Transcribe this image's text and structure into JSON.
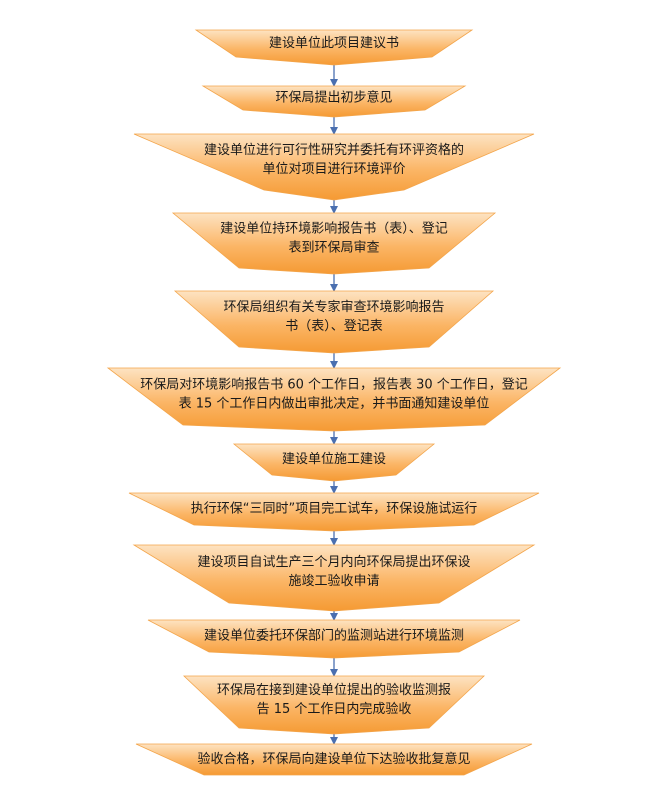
{
  "steps": [
    {
      "lines": [
        "建设单位此项目建议书"
      ]
    },
    {
      "lines": [
        "环保局提出初步意见"
      ]
    },
    {
      "lines": [
        "建设单位进行可行性研究并委托有环评资格的",
        "单位对项目进行环境评价"
      ]
    },
    {
      "lines": [
        "建设单位持环境影响报告书（表）、登记",
        "表到环保局审查"
      ]
    },
    {
      "lines": [
        "环保局组织有关专家审查环境影响报告",
        "书（表）、登记表"
      ]
    },
    {
      "lines": [
        "环保局对环境影响报告书 60 个工作日，报告表 30 个工作日，登记",
        "表 15 个工作日内做出审批决定，并书面通知建设单位"
      ]
    },
    {
      "lines": [
        "建设单位施工建设"
      ]
    },
    {
      "lines": [
        "执行环保“三同时”项目完工试车，环保设施试运行"
      ]
    },
    {
      "lines": [
        "建设项目自试生产三个月内向环保局提出环保设",
        "施竣工验收申请"
      ]
    },
    {
      "lines": [
        "建设单位委托环保部门的监测站进行环境监测"
      ]
    },
    {
      "lines": [
        "环保局在接到建设单位提出的验收监测报",
        "告 15 个工作日内完成验收"
      ]
    },
    {
      "lines": [
        "验收合格，环保局向建设单位下达验收批复意见"
      ]
    }
  ],
  "colors": {
    "shape_light": "#fde3c2",
    "shape_mid": "#fbb565",
    "shape_dark": "#f59a33",
    "shape_edge": "#f3a54b",
    "connector": "#4a6fb0",
    "text": "#1a1a1a"
  }
}
